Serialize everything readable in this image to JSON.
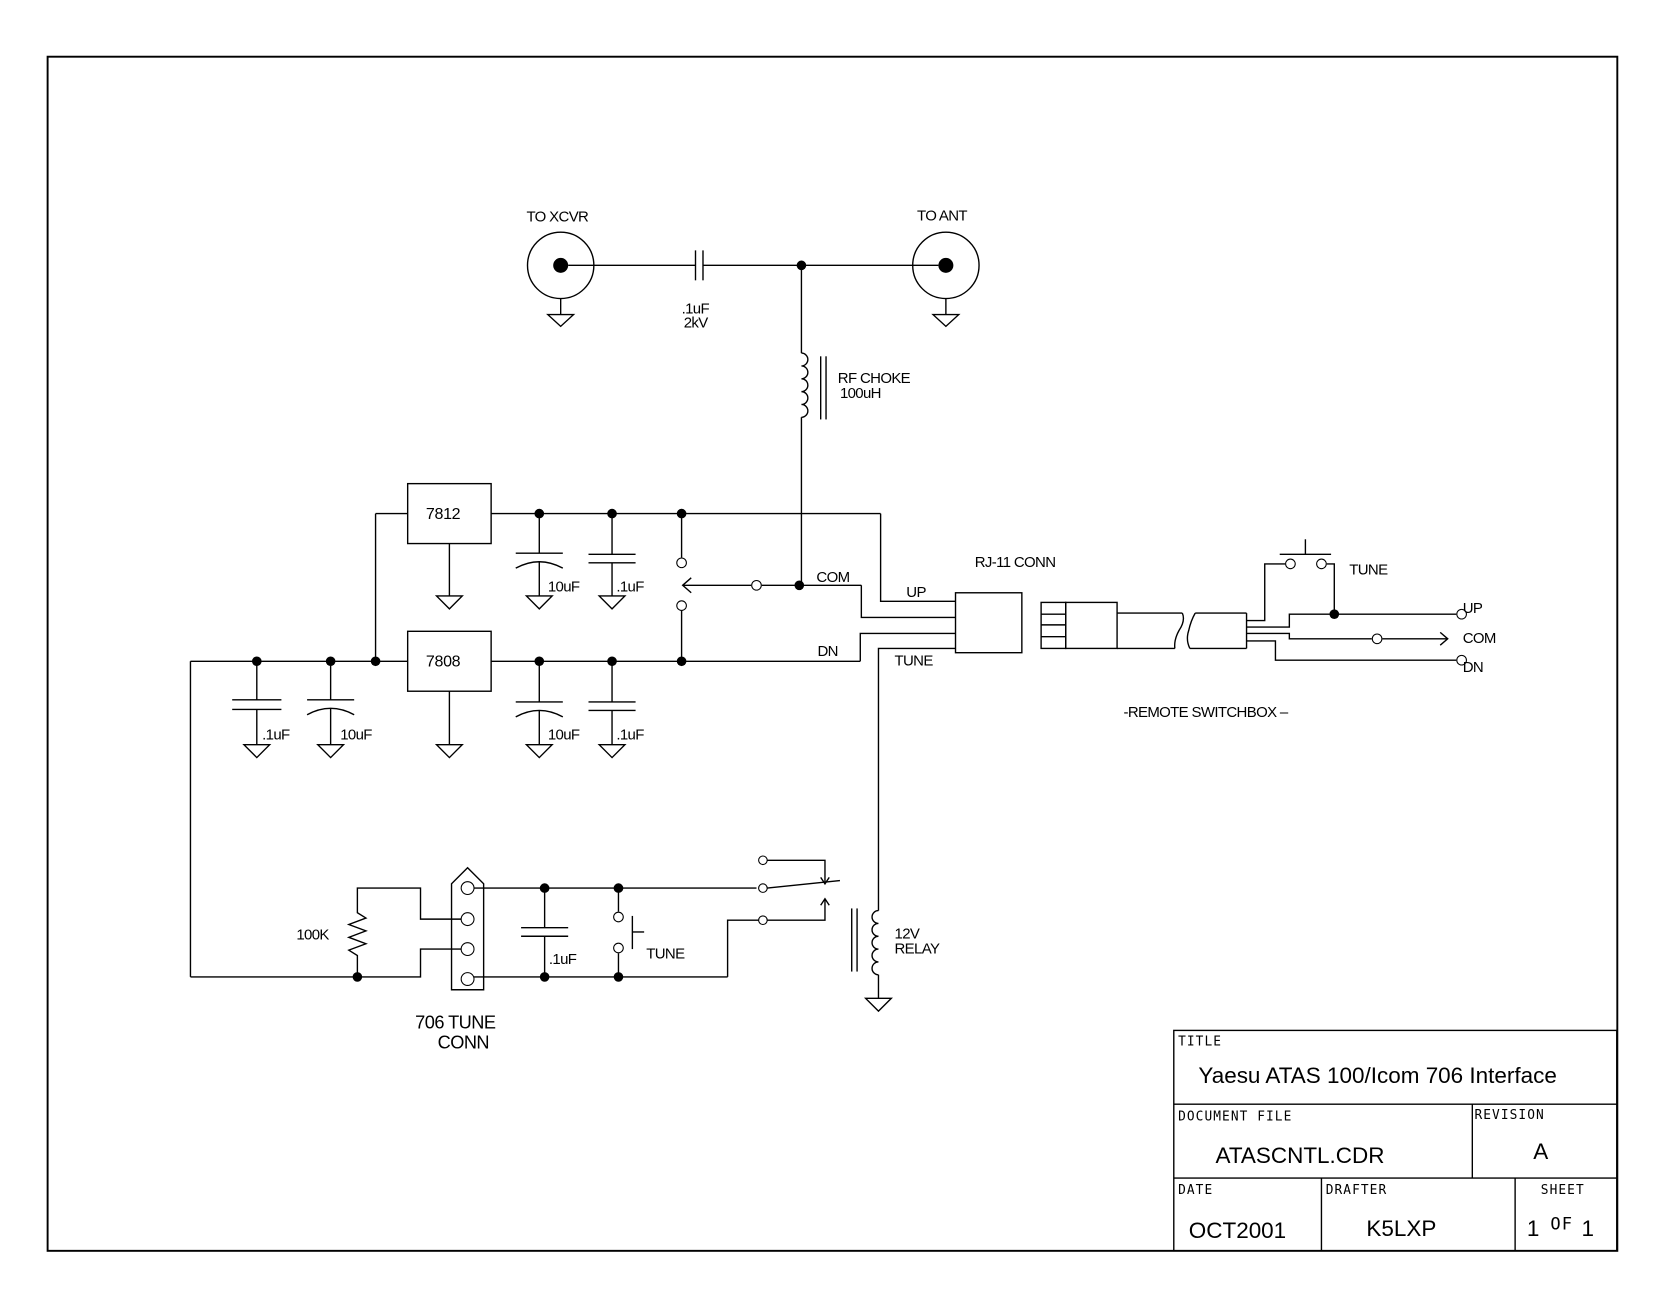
{
  "connectors": {
    "xcvr": "TO XCVR",
    "ant": "TO ANT",
    "rj11": "RJ-11 CONN",
    "tune_conn_line1": "706 TUNE",
    "tune_conn_line2": "CONN"
  },
  "components": {
    "coupling_cap_value": ".1uF",
    "coupling_cap_voltage": "2kV",
    "choke_name": "RF CHOKE",
    "choke_value": "100uH",
    "reg12": "7812",
    "reg8": "7808",
    "cap_10uF": "10uF",
    "cap_01uF": ".1uF",
    "resistor": "100K",
    "relay_v": "12V",
    "relay_name": "RELAY",
    "tune_switch": "TUNE"
  },
  "signals": {
    "com": "COM",
    "up": "UP",
    "dn": "DN",
    "tune": "TUNE"
  },
  "remote": {
    "title": "-REMOTE SWITCHBOX –",
    "tune": "TUNE",
    "up": "UP",
    "com": "COM",
    "dn": "DN"
  },
  "title_block": {
    "title_caption": "TITLE",
    "title": "Yaesu ATAS 100/Icom 706 Interface",
    "doc_caption": "DOCUMENT FILE",
    "doc": "ATASCNTL.CDR",
    "rev_caption": "REVISION",
    "rev": "A",
    "date_caption": "DATE",
    "date": "OCT2001",
    "drafter_caption": "DRAFTER",
    "drafter": "K5LXP",
    "sheet_caption": "SHEET",
    "sheet_num": "1",
    "sheet_of": "OF",
    "sheet_total": "1"
  }
}
